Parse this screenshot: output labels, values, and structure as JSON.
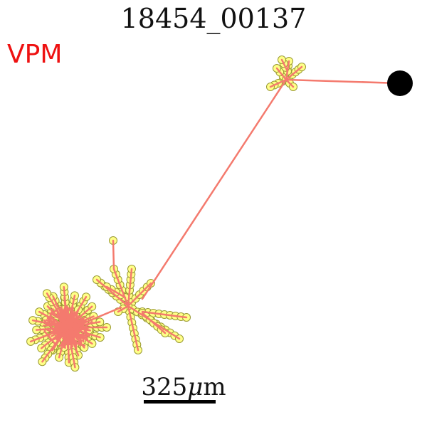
{
  "header": {
    "title": "18454_00137",
    "region_label": "VPM"
  },
  "scale": {
    "value": "325",
    "unit_prefix": "μ",
    "unit_suffix": "m"
  },
  "colors": {
    "region_label": "#ee1111",
    "neurite": "#f47a6e",
    "node_fill": "#ffff88",
    "node_stroke": "#999933",
    "soma": "#000000"
  }
}
